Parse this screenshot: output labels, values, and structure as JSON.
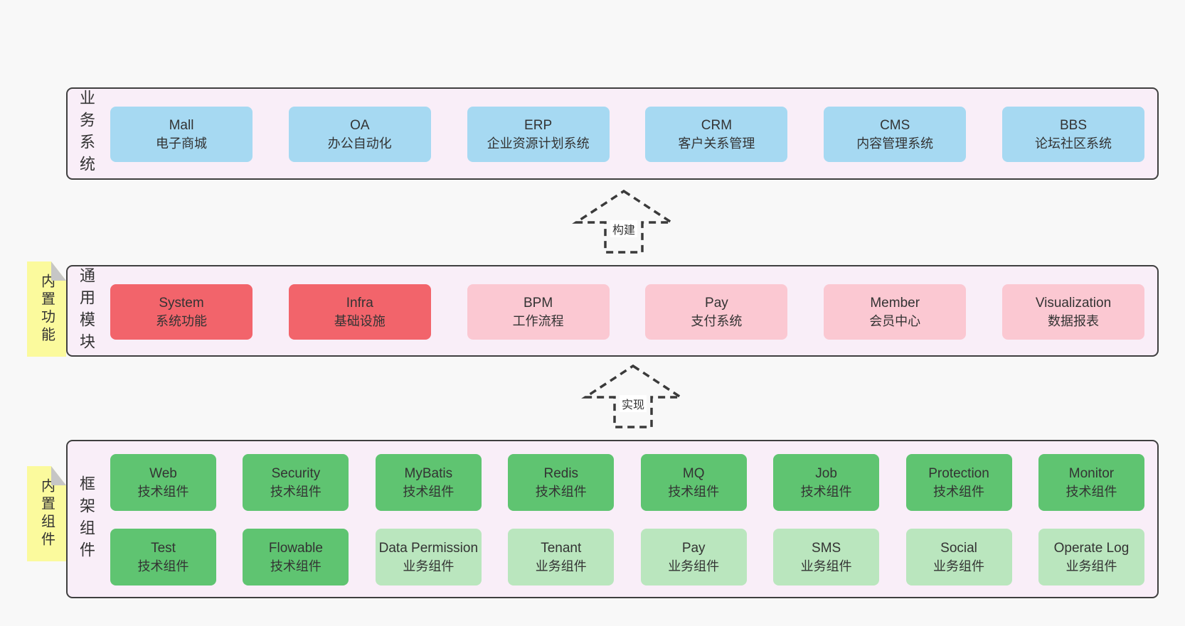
{
  "colors": {
    "page_bg": "#f8f8f8",
    "panel_bg": "#f9eef8",
    "panel_border": "#3f3f3f",
    "text": "#333333",
    "arrow": "#3a3a3a",
    "note_bg": "#fbfa9d",
    "note_fold": "#c6c6c6",
    "label_bg": "#ffffff",
    "blue": "#a6d9f2",
    "red": "#f2646b",
    "pink": "#fbc8d2",
    "green": "#5fc471",
    "green_light": "#bae6be"
  },
  "arrows": [
    {
      "label": "构建"
    },
    {
      "label": "实现"
    }
  ],
  "layers": [
    {
      "label": "业务系统",
      "rows": [
        [
          {
            "en": "Mall",
            "zh": "电子商城",
            "color": "blue"
          },
          {
            "en": "OA",
            "zh": "办公自动化",
            "color": "blue"
          },
          {
            "en": "ERP",
            "zh": "企业资源计划系统",
            "color": "blue"
          },
          {
            "en": "CRM",
            "zh": "客户关系管理",
            "color": "blue"
          },
          {
            "en": "CMS",
            "zh": "内容管理系统",
            "color": "blue"
          },
          {
            "en": "BBS",
            "zh": "论坛社区系统",
            "color": "blue"
          }
        ]
      ]
    },
    {
      "label": "通用模块",
      "note": "内置功能",
      "rows": [
        [
          {
            "en": "System",
            "zh": "系统功能",
            "color": "red"
          },
          {
            "en": "Infra",
            "zh": "基础设施",
            "color": "red"
          },
          {
            "en": "BPM",
            "zh": "工作流程",
            "color": "pink"
          },
          {
            "en": "Pay",
            "zh": "支付系统",
            "color": "pink"
          },
          {
            "en": "Member",
            "zh": "会员中心",
            "color": "pink"
          },
          {
            "en": "Visualization",
            "zh": "数据报表",
            "color": "pink"
          }
        ]
      ]
    },
    {
      "label": "框架组件",
      "note": "内置组件",
      "rows": [
        [
          {
            "en": "Web",
            "zh": "技术组件",
            "color": "green"
          },
          {
            "en": "Security",
            "zh": "技术组件",
            "color": "green"
          },
          {
            "en": "MyBatis",
            "zh": "技术组件",
            "color": "green"
          },
          {
            "en": "Redis",
            "zh": "技术组件",
            "color": "green"
          },
          {
            "en": "MQ",
            "zh": "技术组件",
            "color": "green"
          },
          {
            "en": "Job",
            "zh": "技术组件",
            "color": "green"
          },
          {
            "en": "Protection",
            "zh": "技术组件",
            "color": "green"
          },
          {
            "en": "Monitor",
            "zh": "技术组件",
            "color": "green"
          }
        ],
        [
          {
            "en": "Test",
            "zh": "技术组件",
            "color": "green"
          },
          {
            "en": "Flowable",
            "zh": "技术组件",
            "color": "green"
          },
          {
            "en": "Data Permission",
            "zh": "业务组件",
            "color": "green_light"
          },
          {
            "en": "Tenant",
            "zh": "业务组件",
            "color": "green_light"
          },
          {
            "en": "Pay",
            "zh": "业务组件",
            "color": "green_light"
          },
          {
            "en": "SMS",
            "zh": "业务组件",
            "color": "green_light"
          },
          {
            "en": "Social",
            "zh": "业务组件",
            "color": "green_light"
          },
          {
            "en": "Operate Log",
            "zh": "业务组件",
            "color": "green_light"
          }
        ]
      ]
    }
  ]
}
